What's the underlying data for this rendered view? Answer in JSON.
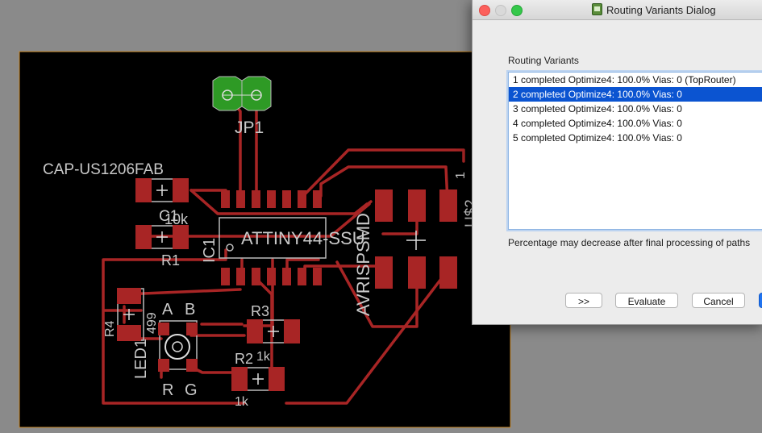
{
  "board": {
    "jp1_label": "JP1",
    "cap_label": "CAP-US1206FAB",
    "c1_label": "C1",
    "r1_value": "10k",
    "r1_label": "R1",
    "ic1_label": "IC1",
    "attiny_label": "ATTINY44-SSU",
    "avrisp_label": "AVRISPSMD",
    "u2_label": "U$2",
    "u2_pin": "1",
    "r4_label": "R4",
    "r4_value": "499",
    "led_label": "LED1",
    "led_a": "A",
    "led_b": "B",
    "led_r": "R",
    "led_g": "G",
    "r3_label": "R3",
    "r3_value": "1k",
    "r2_label": "R2",
    "r2_value": "1k"
  },
  "dialog": {
    "title": "Routing Variants Dialog",
    "section_label": "Routing Variants",
    "variants": [
      "1 completed Optimize4:  100.0%  Vias: 0 (TopRouter)",
      "2 completed Optimize4:  100.0%  Vias: 0",
      "3 completed Optimize4:  100.0%  Vias: 0",
      "4 completed Optimize4:  100.0%  Vias: 0",
      "5 completed Optimize4:  100.0%  Vias: 0"
    ],
    "selected_index": 1,
    "note": "Percentage may decrease after final processing of paths",
    "buttons": {
      "more": ">>",
      "evaluate": "Evaluate",
      "cancel": "Cancel"
    }
  },
  "colors": {
    "canvas": "#8a8a8a",
    "board": "#000000",
    "copper": "#a82525",
    "pad_green": "#2e9a25",
    "selection": "#0b54d1"
  }
}
